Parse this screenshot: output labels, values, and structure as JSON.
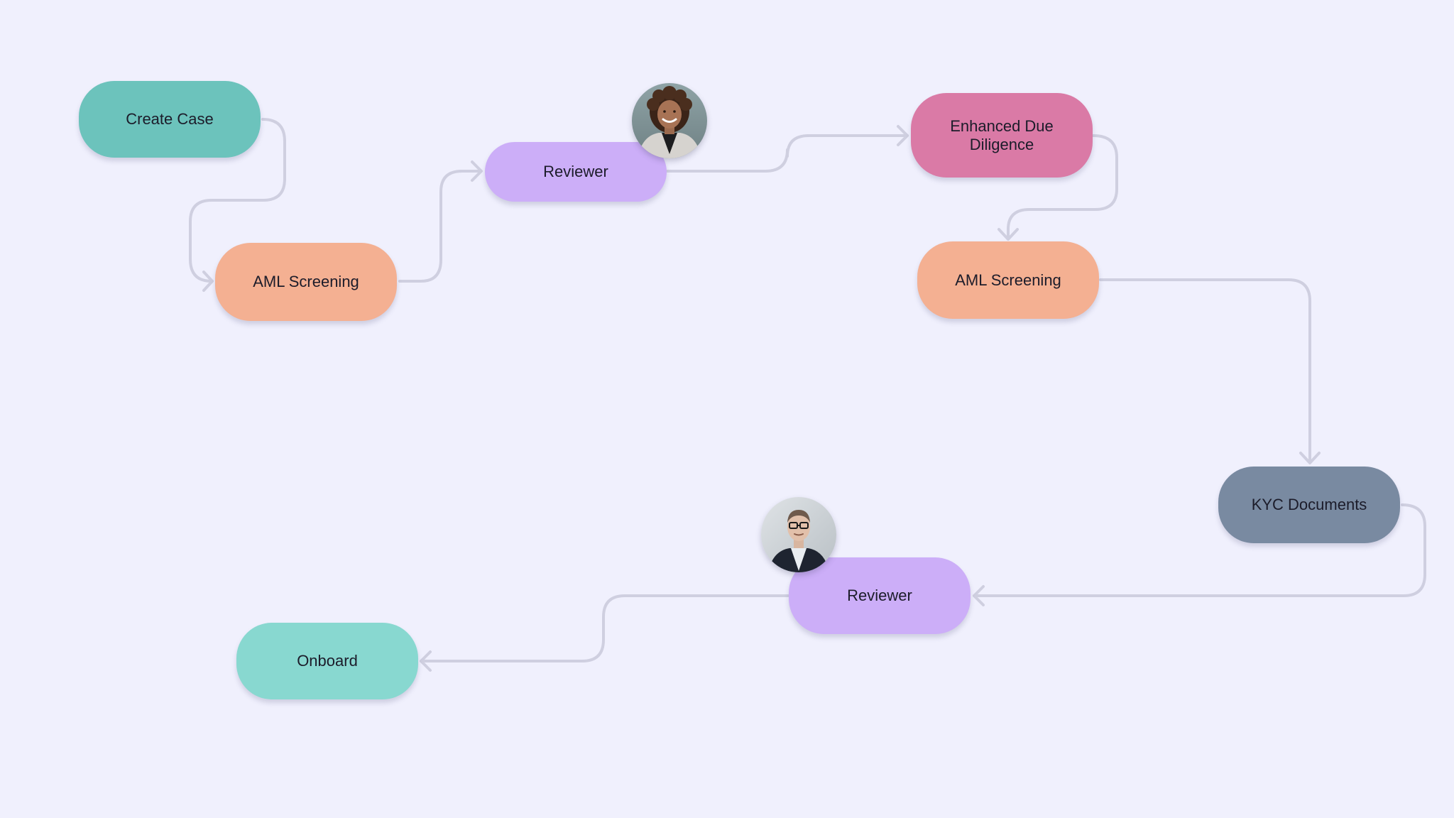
{
  "nodes": {
    "create_case": {
      "label": "Create Case",
      "color": "#6cc3bc"
    },
    "aml_screening_1": {
      "label": "AML Screening",
      "color": "#f4b092"
    },
    "reviewer_1": {
      "label": "Reviewer",
      "color": "#ccaef8"
    },
    "enhanced_due_diligence": {
      "label": "Enhanced Due Diligence",
      "color": "#da7aa6"
    },
    "aml_screening_2": {
      "label": "AML Screening",
      "color": "#f4b092"
    },
    "kyc_documents": {
      "label": "KYC Documents",
      "color": "#798aa1"
    },
    "reviewer_2": {
      "label": "Reviewer",
      "color": "#ccaef8"
    },
    "onboard": {
      "label": "Onboard",
      "color": "#88d8d0"
    }
  },
  "avatars": {
    "reviewer_1": {
      "name": "woman-reviewer-avatar"
    },
    "reviewer_2": {
      "name": "man-reviewer-avatar"
    }
  },
  "connector_color": "#cfcfe0"
}
